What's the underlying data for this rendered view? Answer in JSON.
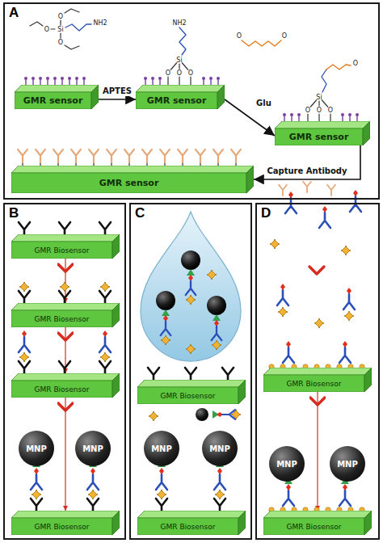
{
  "diagram": {
    "nodes": [
      {
        "text": [
          "A"
        ]
      },
      {
        "text": [
          "GMR sensor"
        ],
        "in": 0
      },
      {
        "text": [
          "GMR sensor"
        ],
        "in": 0
      },
      {
        "text": [
          "GMR sensor"
        ],
        "in": 0
      },
      {
        "text": [
          "GMR sensor"
        ],
        "in": 0
      },
      {
        "text": [
          "B"
        ]
      },
      {
        "text": [
          "GMR Biosensor"
        ],
        "in": 5
      },
      {
        "text": [
          "GMR Biosensor"
        ],
        "in": 5
      },
      {
        "text": [
          "GMR Biosensor"
        ],
        "in": 5
      },
      {
        "text": [
          "MNP"
        ],
        "in": 5
      },
      {
        "text": [
          "MNP"
        ],
        "in": 5
      },
      {
        "text": [
          "GMR Biosensor"
        ],
        "in": 5
      },
      {
        "text": [
          "C"
        ]
      },
      {
        "text": [
          "GMR Biosensor"
        ],
        "in": 12
      },
      {
        "text": [
          "MNP"
        ],
        "in": 12
      },
      {
        "text": [
          "MNP"
        ],
        "in": 12
      },
      {
        "text": [
          "GMR Biosensor"
        ],
        "in": 12
      },
      {
        "text": [
          "D"
        ]
      },
      {
        "text": [
          "GMR Biosensor"
        ],
        "in": 17
      },
      {
        "text": [
          "MNP"
        ],
        "in": 17
      },
      {
        "text": [
          "MNP"
        ],
        "in": 17
      },
      {
        "text": [
          "GMR Biosensor"
        ],
        "in": 17
      }
    ],
    "edges": [
      {
        "from": 1,
        "to": 2,
        "label": "APTES",
        "arrow": "to"
      },
      {
        "from": 2,
        "to": 3,
        "label": "Glu",
        "arrow": "to"
      },
      {
        "from": 3,
        "to": 4,
        "label": "Capture Antibody",
        "arrow": "to"
      },
      {
        "from": 6,
        "to": 7,
        "arrow": "to"
      },
      {
        "from": 7,
        "to": 8,
        "arrow": "to"
      },
      {
        "from": 8,
        "to": 11,
        "arrow": "to"
      },
      {
        "from": 18,
        "to": 21,
        "arrow": "to"
      }
    ],
    "labels": [
      "NH2",
      "O",
      "Si",
      "O",
      "O",
      "NH2",
      "Si",
      "O",
      "O",
      "O",
      "O",
      "O",
      "O",
      "Si",
      "O",
      "O",
      "O"
    ]
  }
}
